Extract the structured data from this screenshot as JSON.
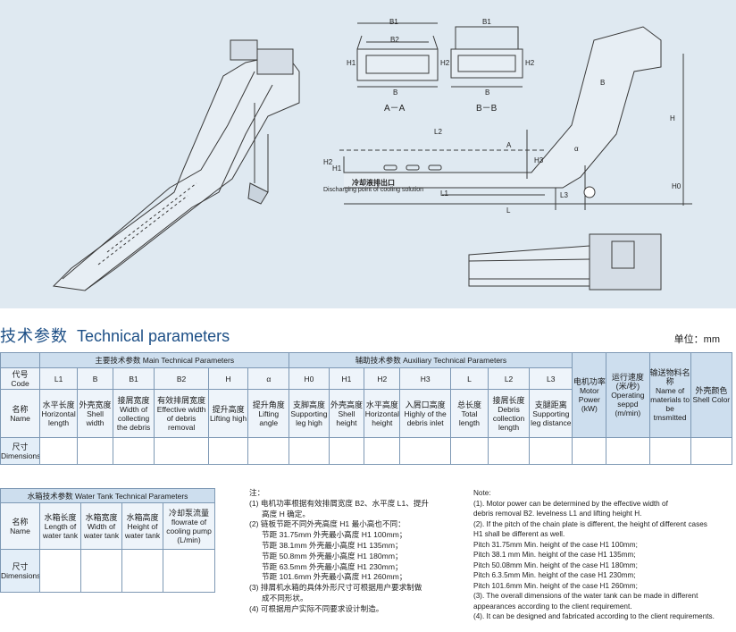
{
  "drawing_labels": {
    "b1": "B1",
    "b2": "B2",
    "h1": "H1",
    "h2": "H2",
    "b_aa": "B",
    "aa": "A－A",
    "b1_bb": "B1",
    "h2_bb": "H2",
    "b_bb": "B",
    "bb": "B－B",
    "l2": "L2",
    "h3": "H3",
    "h2_side": "H2",
    "h1_side": "H1",
    "h_side": "H",
    "h0": "H0",
    "alpha": "α",
    "l1": "L1",
    "l3": "L3",
    "l": "L",
    "a_mark": "A",
    "b_mark": "B",
    "drain_cn": "冷却液排出口",
    "drain_en": "Discharging point of cooling solution"
  },
  "section_title": {
    "cn": "技术参数",
    "en": "Technical parameters"
  },
  "unit": "单位：mm",
  "main_table": {
    "main_header": "主要技术参数  Main Technical Parameters",
    "aux_header": "辅助技术参数  Auxiliary Technical Parameters",
    "code_label": {
      "cn": "代号",
      "en": "Code"
    },
    "name_label": {
      "cn": "名称",
      "en": "Name"
    },
    "dim_label": {
      "cn": "尺寸",
      "en": "Dimensions"
    },
    "codes": [
      "L1",
      "B",
      "B1",
      "B2",
      "H",
      "α",
      "H0",
      "H1",
      "H2",
      "H3",
      "L",
      "L2",
      "L3"
    ],
    "names": [
      {
        "cn": "水平长度",
        "en": "Horizontal length"
      },
      {
        "cn": "外壳宽度",
        "en": "Shell width"
      },
      {
        "cn": "接屑宽度",
        "en": "Width of collecting the debris"
      },
      {
        "cn": "有效排屑宽度",
        "en": "Effective width of debris removal"
      },
      {
        "cn": "提升高度",
        "en": "Lifting high"
      },
      {
        "cn": "提升角度",
        "en": "Lifting angle"
      },
      {
        "cn": "支脚高度",
        "en": "Supporting leg high"
      },
      {
        "cn": "外壳高度",
        "en": "Shell height"
      },
      {
        "cn": "水平高度",
        "en": "Horizontal height"
      },
      {
        "cn": "入屑口高度",
        "en": "Highly of the debris inlet"
      },
      {
        "cn": "总长度",
        "en": "Total length"
      },
      {
        "cn": "接屑长度",
        "en": "Debris collection length"
      },
      {
        "cn": "支腿距离",
        "en": "Supporting leg distance"
      }
    ],
    "extra_cols": [
      {
        "cn": "电机功率",
        "en": "Motor Power (kW)"
      },
      {
        "cn": "运行速度(米/秒)",
        "en": "Operating seppd (m/min)"
      },
      {
        "cn": "输送物料名称",
        "en": "Name of materials to be tmsmitted"
      },
      {
        "cn": "外壳颜色",
        "en": "Shell Color"
      }
    ]
  },
  "water_table": {
    "title": "水箱技术参数  Water Tank Technical Parameters",
    "name_label": {
      "cn": "名称",
      "en": "Name"
    },
    "dim_label": {
      "cn": "尺寸",
      "en": "Dimensions"
    },
    "cols": [
      {
        "cn": "水箱长度",
        "en": "Length of water tank"
      },
      {
        "cn": "水箱宽度",
        "en": "Width of water tank"
      },
      {
        "cn": "水箱高度",
        "en": "Height of water tank"
      },
      {
        "cn": "冷却泵流量",
        "en": "flowrate of cooling pump (L/min)"
      }
    ]
  },
  "notes_cn": [
    "注：",
    "(1) 电机功率根据有效排屑宽度 B2、水平度 L1、提升",
    "高度 H 确定。",
    "(2) 链板节距不同外壳高度 H1 最小高也不同：",
    "节距 31.75mm 外壳最小高度 H1 100mm；",
    "节距 38.1mm 外壳最小高度 H1 135mm；",
    "节距 50.8mm 外壳最小高度 H1 180mm；",
    "节距 63.5mm 外壳最小高度 H1 230mm；",
    "节距 101.6mm 外壳最小高度 H1 260mm；",
    "(3) 排屑机水箱的具体外形尺寸可根据用户要求制做",
    "成不同形状。",
    "(4) 可根据用户实际不同要求设计制造。"
  ],
  "notes_en": [
    "Note:",
    "(1). Motor power can be determined by the effective width of",
    "debris removal B2. levelness L1 and lifting height H.",
    "(2). If the pitch of the chain plate is different, the height of different cases",
    "H1 shall be different as well.",
    "Pitch 31.75mm Min. height of the case H1 100mm;",
    "Pitch 38.1 mm Min. height of the case H1 135mm;",
    "Pitch 50.08mm Min. height of the case H1 180mm;",
    "Pitch 6.3.5mm Min. height of the case H1 230mm;",
    "Pitch 101.6mm Min. height of the case H1 260mm;",
    "(3). The overall dimensions of the water tank can be made in different",
    "appearances according to the client requirement.",
    "(4). It can be designed and fabricated according to the client requirements."
  ]
}
